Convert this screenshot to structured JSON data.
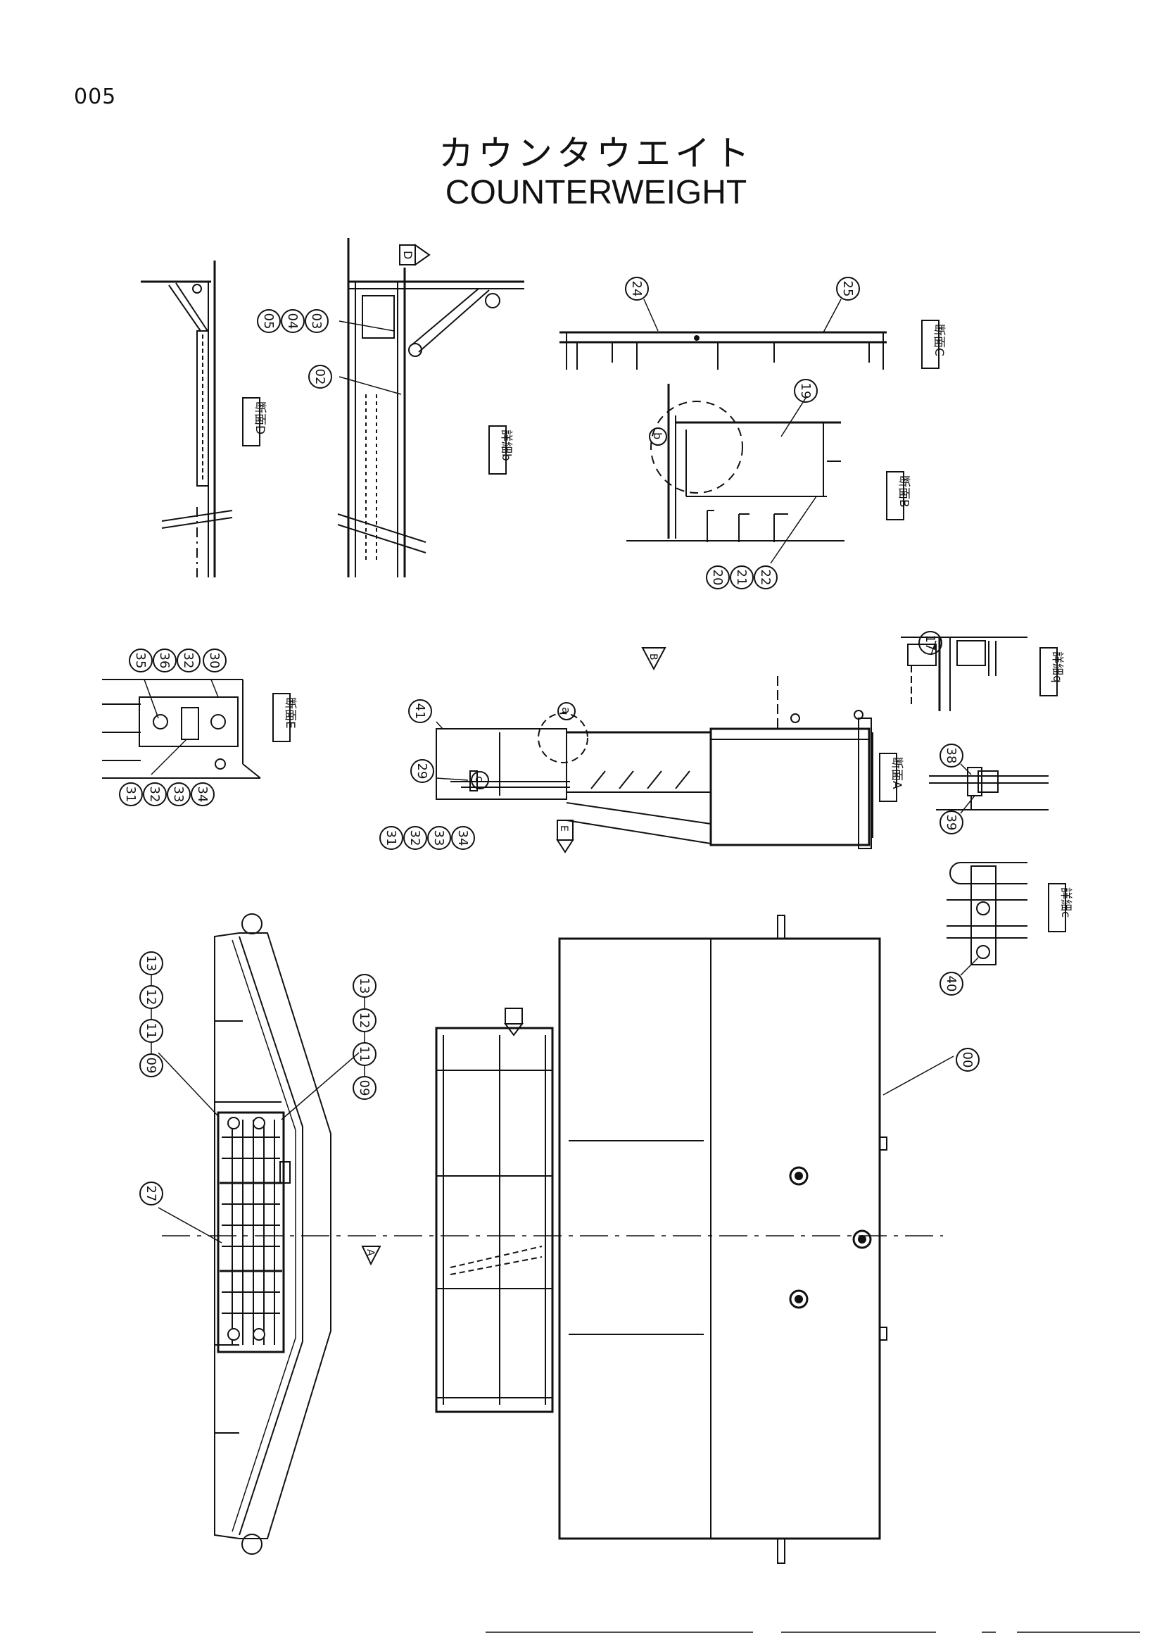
{
  "page_number": "005",
  "title_jp": "カウンタウエイト",
  "title_en": "COUNTERWEIGHT",
  "section_labels": {
    "sec_D": "断面D",
    "sec_C": "断面C",
    "sec_B": "断面B",
    "sec_E": "断面E",
    "sec_A": "断面A",
    "det_b": "詳細b",
    "det_q": "詳細q",
    "det_c": "詳細c"
  },
  "view_arrows": {
    "D": "D",
    "B": "B",
    "E": "E",
    "A": "A"
  },
  "detail_circles": {
    "a": "a",
    "b": "b",
    "c": "c"
  },
  "callouts": {
    "c05": "05",
    "c04": "04",
    "c03": "03",
    "c02": "02",
    "c24": "24",
    "c25": "25",
    "c19": "19",
    "c20": "20",
    "c21": "21",
    "c22": "22",
    "c35": "35",
    "c36": "36",
    "c32a": "32",
    "c30": "30",
    "c31a": "31",
    "c32b": "32",
    "c33a": "33",
    "c34a": "34",
    "c41": "41",
    "c29": "29",
    "c31b": "31",
    "c32c": "32",
    "c33b": "33",
    "c34b": "34",
    "c17": "17",
    "c38": "38",
    "c39": "39",
    "c40": "40",
    "c09a": "09",
    "c11a": "11",
    "c12a": "12",
    "c13a": "13",
    "c09b": "09",
    "c11b": "11",
    "c12b": "12",
    "c13b": "13",
    "c27": "27",
    "c00": "00"
  }
}
